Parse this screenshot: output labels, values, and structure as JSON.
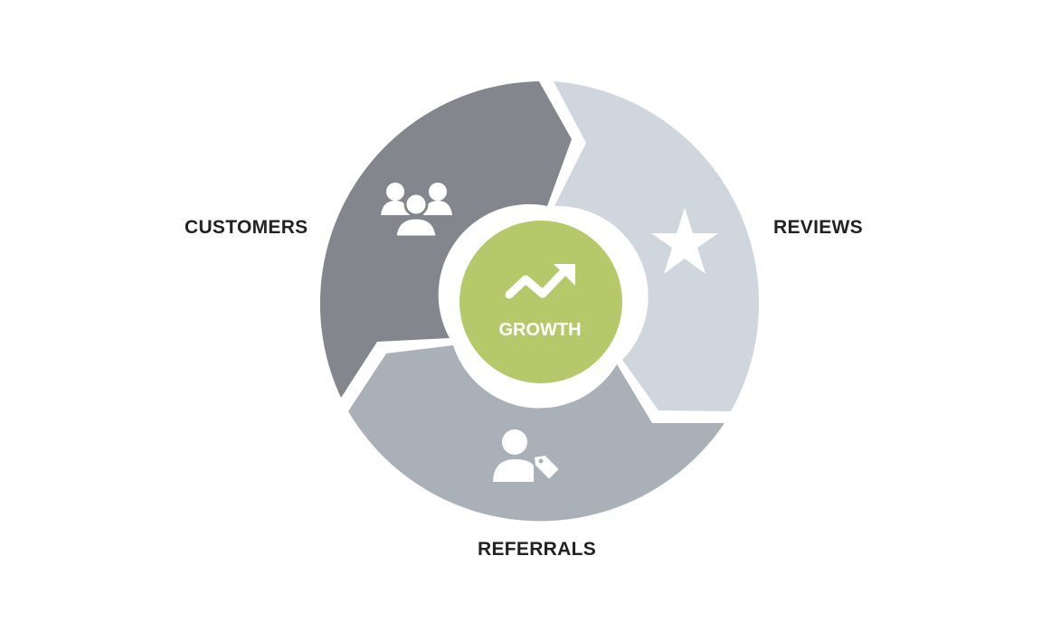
{
  "diagram": {
    "center": {
      "label": "GROWTH",
      "icon": "trending-up-icon",
      "color": "#b5c96a",
      "text_color": "#ffffff"
    },
    "segments": [
      {
        "label": "CUSTOMERS",
        "icon": "users-group-icon",
        "color": "#83878d"
      },
      {
        "label": "REVIEWS",
        "icon": "star-icon",
        "color": "#d0d6de"
      },
      {
        "label": "REFERRALS",
        "icon": "user-tag-icon",
        "color": "#aab0b8"
      }
    ],
    "label_color": "#222222",
    "background": "#ffffff",
    "icon_color": "#ffffff"
  }
}
